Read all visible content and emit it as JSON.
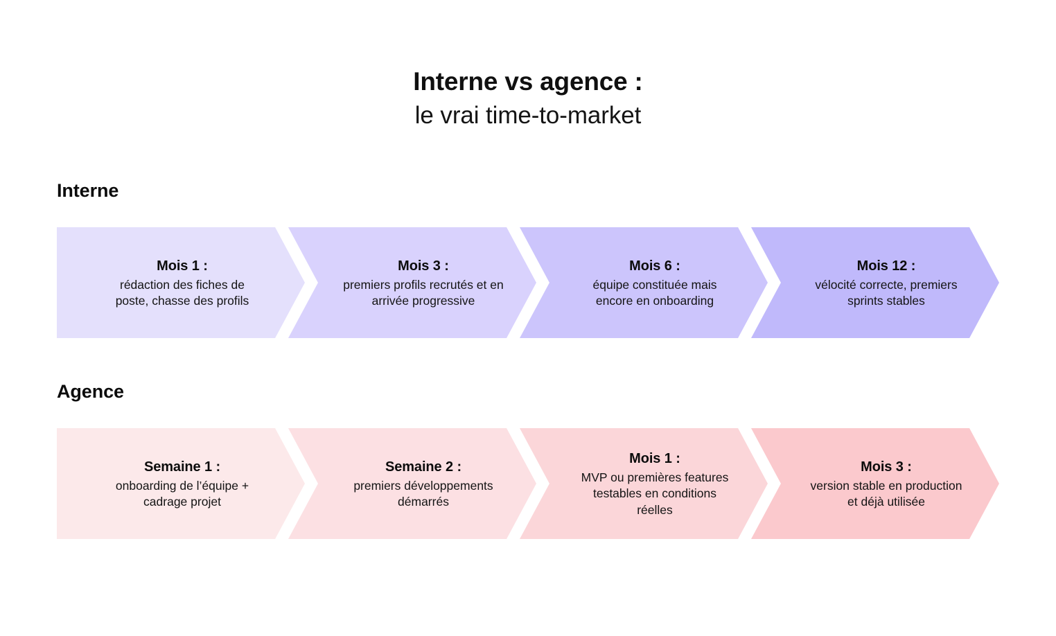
{
  "title": {
    "main": "Interne vs agence :",
    "sub": "le vrai time-to-market"
  },
  "sections": [
    {
      "id": "interne",
      "label": "Interne",
      "colors": [
        "#e4e0fc",
        "#d9d2fd",
        "#ccc5fc",
        "#c0b9fb"
      ],
      "steps": [
        {
          "heading": "Mois 1 :",
          "desc": "rédaction des fiches de poste, chasse des profils"
        },
        {
          "heading": "Mois 3 :",
          "desc": "premiers profils recrutés et en arrivée progressive"
        },
        {
          "heading": "Mois 6 :",
          "desc": "équipe constituée mais encore en onboarding"
        },
        {
          "heading": "Mois 12 :",
          "desc": "vélocité correcte, premiers sprints stables"
        }
      ]
    },
    {
      "id": "agence",
      "label": "Agence",
      "colors": [
        "#fce9ea",
        "#fce0e3",
        "#fbd6d9",
        "#fbc9cd"
      ],
      "steps": [
        {
          "heading": "Semaine 1 :",
          "desc": "onboarding de l’équipe + cadrage projet"
        },
        {
          "heading": "Semaine 2 :",
          "desc": "premiers développements démarrés"
        },
        {
          "heading": "Mois 1 :",
          "desc": "MVP ou premières features testables en conditions réelles"
        },
        {
          "heading": "Mois 3 :",
          "desc": "version stable en production et déjà utilisée"
        }
      ]
    }
  ],
  "theme": {
    "background": "#ffffff",
    "text": "#0d0d0d"
  }
}
